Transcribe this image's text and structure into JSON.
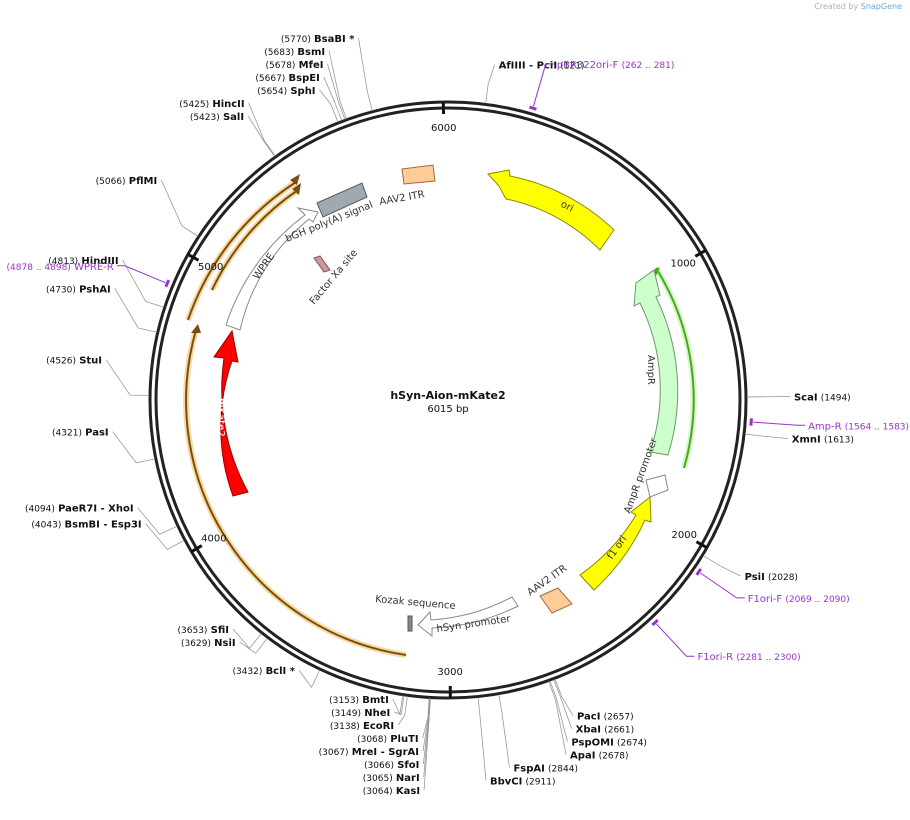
{
  "credit": {
    "prefix": "Created by",
    "brand": "SnapGene"
  },
  "plasmid": {
    "name": "hSyn-Aion-mKate2",
    "length_label": "6015 bp",
    "length_bp": 6015
  },
  "ticks": [
    {
      "bp": 6000,
      "label": "6000"
    },
    {
      "bp": 1000,
      "label": "1000"
    },
    {
      "bp": 2000,
      "label": "2000"
    },
    {
      "bp": 3000,
      "label": "3000"
    },
    {
      "bp": 4000,
      "label": "4000"
    },
    {
      "bp": 5000,
      "label": "5000"
    }
  ],
  "sites": [
    {
      "name": "AfIIII  - PciI",
      "pos": "(121)",
      "bp": 121
    },
    {
      "name": "ScaI",
      "pos": "(1494)",
      "bp": 1494
    },
    {
      "name": "XmnI",
      "pos": "(1613)",
      "bp": 1613
    },
    {
      "name": "PsiI",
      "pos": "(2028)",
      "bp": 2028
    },
    {
      "name": "PacI",
      "pos": "(2657)",
      "bp": 2657
    },
    {
      "name": "XbaI",
      "pos": "(2661)",
      "bp": 2661
    },
    {
      "name": "PspOMI",
      "pos": "(2674)",
      "bp": 2674
    },
    {
      "name": "ApaI",
      "pos": "(2678)",
      "bp": 2678
    },
    {
      "name": "FspAI",
      "pos": "(2844)",
      "bp": 2844
    },
    {
      "name": "BbvCI",
      "pos": "(2911)",
      "bp": 2911
    },
    {
      "name": "KasI",
      "pos": "(3064)",
      "bp": 3064
    },
    {
      "name": "NarI",
      "pos": "(3065)",
      "bp": 3065
    },
    {
      "name": "SfoI",
      "pos": "(3066)",
      "bp": 3066
    },
    {
      "name": "MreI  - SgrAI",
      "pos": "(3067)",
      "bp": 3067
    },
    {
      "name": "PluTI",
      "pos": "(3068)",
      "bp": 3068
    },
    {
      "name": "EcoRI",
      "pos": "(3138)",
      "bp": 3138
    },
    {
      "name": "NheI",
      "pos": "(3149)",
      "bp": 3149
    },
    {
      "name": "BmtI",
      "pos": "(3153)",
      "bp": 3153
    },
    {
      "name": "BclI *",
      "pos": "(3432)",
      "bp": 3432
    },
    {
      "name": "NsiI",
      "pos": "(3629)",
      "bp": 3629
    },
    {
      "name": "SfiI",
      "pos": "(3653)",
      "bp": 3653
    },
    {
      "name": "BsmBI   - Esp3I",
      "pos": "(4043)",
      "bp": 4043
    },
    {
      "name": "PaeR7I   - XhoI",
      "pos": "(4094)",
      "bp": 4094
    },
    {
      "name": "PasI",
      "pos": "(4321)",
      "bp": 4321
    },
    {
      "name": "StuI",
      "pos": "(4526)",
      "bp": 4526
    },
    {
      "name": "PshAI",
      "pos": "(4730)",
      "bp": 4730
    },
    {
      "name": "HindIII",
      "pos": "(4813)",
      "bp": 4813
    },
    {
      "name": "PflMI",
      "pos": "(5066)",
      "bp": 5066
    },
    {
      "name": "SalI",
      "pos": "(5423)",
      "bp": 5423
    },
    {
      "name": "HincII",
      "pos": "(5425)",
      "bp": 5425
    },
    {
      "name": "SphI",
      "pos": "(5654)",
      "bp": 5654
    },
    {
      "name": "BspEI",
      "pos": "(5667)",
      "bp": 5667
    },
    {
      "name": "MfeI",
      "pos": "(5678)",
      "bp": 5678
    },
    {
      "name": "BsmI",
      "pos": "(5683)",
      "bp": 5683
    },
    {
      "name": "BsaBI *",
      "pos": "(5770)",
      "bp": 5770
    }
  ],
  "primers": [
    {
      "name": "pBR322ori-F",
      "pos": "(262 .. 281)",
      "bp": 271
    },
    {
      "name": "Amp-R",
      "pos": "(1564 .. 1583)",
      "bp": 1573
    },
    {
      "name": "F1ori-F",
      "pos": "(2069 .. 2090)",
      "bp": 2079
    },
    {
      "name": "F1ori-R",
      "pos": "(2281 .. 2300)",
      "bp": 2290
    },
    {
      "name": "WPRE-R",
      "pos": "(4878 .. 4898)",
      "bp": 4888
    }
  ],
  "features": [
    {
      "label": "ori",
      "color": "#ffff00",
      "stroke": "#8a8a00"
    },
    {
      "label": "AmpR",
      "color": "#ccffcc",
      "stroke": "#6c9a6c"
    },
    {
      "label": "AmpR promoter",
      "color": "#ffffff",
      "stroke": "#888888"
    },
    {
      "label": "f1 ori",
      "color": "#ffff00",
      "stroke": "#8a8a00"
    },
    {
      "label": "AAV2 ITR",
      "color": "#ffcc99",
      "stroke": "#a06a3a"
    },
    {
      "label": "hSyn promoter",
      "color": "#ffffff",
      "stroke": "#888888"
    },
    {
      "label": "Kozak sequence",
      "color": "#888888",
      "stroke": "#555555"
    },
    {
      "label": "mKate2",
      "color": "#ff0000",
      "stroke": "#990000"
    },
    {
      "label": "WPRE",
      "color": "#ffffff",
      "stroke": "#888888"
    },
    {
      "label": "Factor Xa site",
      "color": "#cc9999",
      "stroke": "#885555"
    },
    {
      "label": "bGH poly(A) signal",
      "color": "#a0a8b0",
      "stroke": "#555b60"
    },
    {
      "label": "AAV2 ITR",
      "color": "#ffcc99",
      "stroke": "#a06a3a"
    }
  ],
  "colors": {
    "primer": "#9933cc",
    "backbone": "#222222",
    "orf_outer": "#f5c06b",
    "orf_inner": "#8a5a1a",
    "green_orf": "#44aa22"
  }
}
